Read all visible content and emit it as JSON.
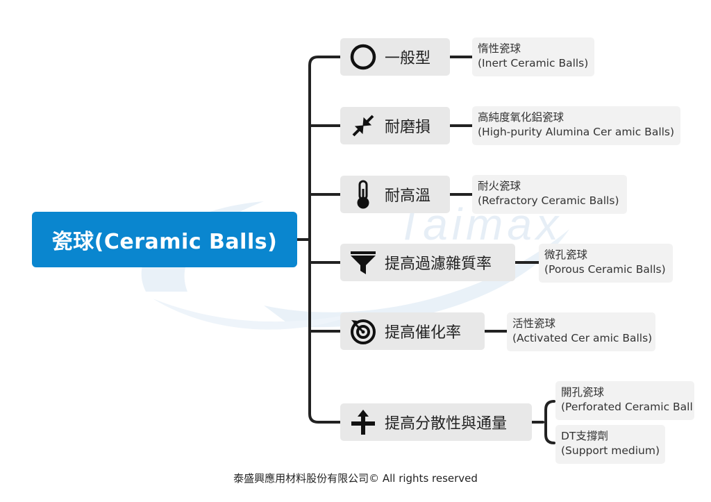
{
  "root": {
    "label": "瓷球(Ceramic Balls)"
  },
  "watermark": {
    "text": "Taimax"
  },
  "branches": [
    {
      "icon": "circle-ring-icon",
      "label": "一般型",
      "leaves": [
        {
          "zh": "惰性瓷球",
          "en": "(Inert Ceramic Balls)"
        }
      ]
    },
    {
      "icon": "compress-arrows-icon",
      "label": "耐磨損",
      "leaves": [
        {
          "zh": "高純度氧化鋁瓷球",
          "en": "(High-purity Alumina Cer amic Balls)"
        }
      ]
    },
    {
      "icon": "thermometer-icon",
      "label": "耐高溫",
      "leaves": [
        {
          "zh": "耐火瓷球",
          "en": "(Refractory Ceramic Balls)"
        }
      ]
    },
    {
      "icon": "funnel-filter-icon",
      "label": "提高過濾雜質率",
      "leaves": [
        {
          "zh": "微孔瓷球",
          "en": "(Porous Ceramic Balls)"
        }
      ]
    },
    {
      "icon": "target-icon",
      "label": "提高催化率",
      "leaves": [
        {
          "zh": "活性瓷球",
          "en": "(Activated Cer amic Balls)"
        }
      ]
    },
    {
      "icon": "split-arrows-icon",
      "label": "提高分散性與通量",
      "leaves": [
        {
          "zh": "開孔瓷球",
          "en": "(Perforated Ceramic Ball"
        },
        {
          "zh": "DT支撐劑",
          "en": "(Support medium)"
        }
      ]
    }
  ],
  "footer": {
    "text": "泰盛興應用材料股份有限公司©  All rights reserved"
  },
  "colors": {
    "root_bg": "#0a86cf",
    "node_bg": "#e8e8e8",
    "leaf_bg": "#f2f2f2",
    "connector": "#222222",
    "watermark": "#e4eef7"
  }
}
